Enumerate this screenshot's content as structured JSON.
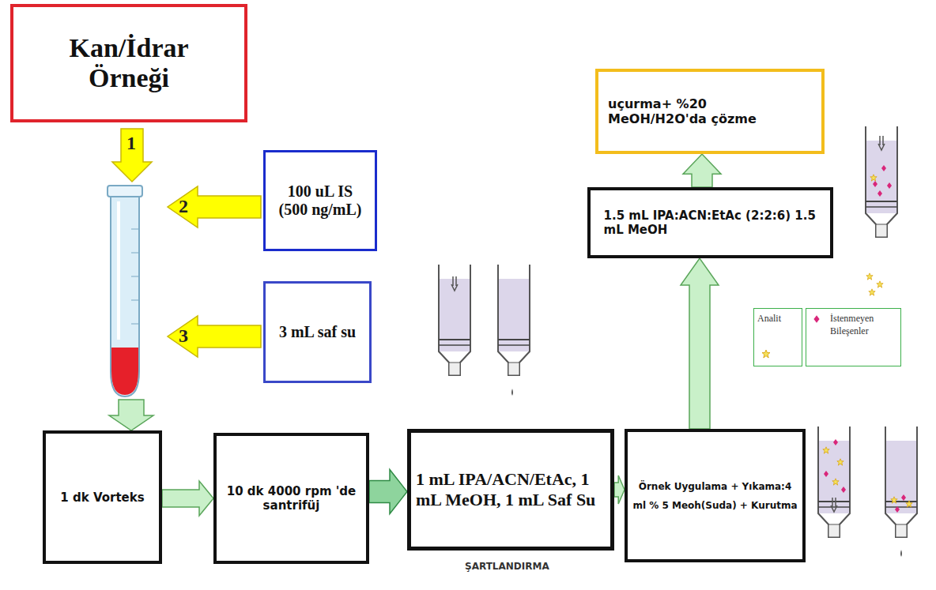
{
  "diagram": {
    "nodes": [
      {
        "text": [
          "Kan/İdrar Örneği"
        ]
      },
      {
        "text": [
          "100 uL IS (500 ng/mL)"
        ]
      },
      {
        "text": [
          "3 mL saf su"
        ]
      },
      {
        "text": [
          "1 dk Vorteks"
        ]
      },
      {
        "text": [
          "10 dk 4000 rpm 'de santrifüj"
        ]
      },
      {
        "text": [
          "1 mL IPA/ACN/EtAc, 1 mL MeOH, 1 mL Saf Su"
        ]
      },
      {
        "text": [
          "Örnek Uygulama + Yıkama:4 ml % 5 Meoh(Suda) + Kurutma"
        ]
      },
      {
        "text": [
          "1.5 mL IPA:ACN:EtAc (2:2:6) 1.5 mL MeOH"
        ]
      },
      {
        "text": [
          "uçurma+ %20 MeOH/H2O'da çözme"
        ]
      }
    ],
    "edges": [
      {
        "from": 3,
        "to": 4,
        "arrow": "to"
      },
      {
        "from": 4,
        "to": 5,
        "arrow": "to"
      },
      {
        "from": 5,
        "to": 6,
        "arrow": "to"
      },
      {
        "from": 6,
        "to": 7,
        "arrow": "to"
      },
      {
        "from": 7,
        "to": 8,
        "arrow": "to"
      }
    ],
    "labels": [
      "1",
      "2",
      "3",
      "ŞARTLANDIRMA"
    ],
    "legend": [
      {
        "text": "Analit"
      },
      {
        "text": "İstenmeyen Bileşenler"
      }
    ]
  }
}
